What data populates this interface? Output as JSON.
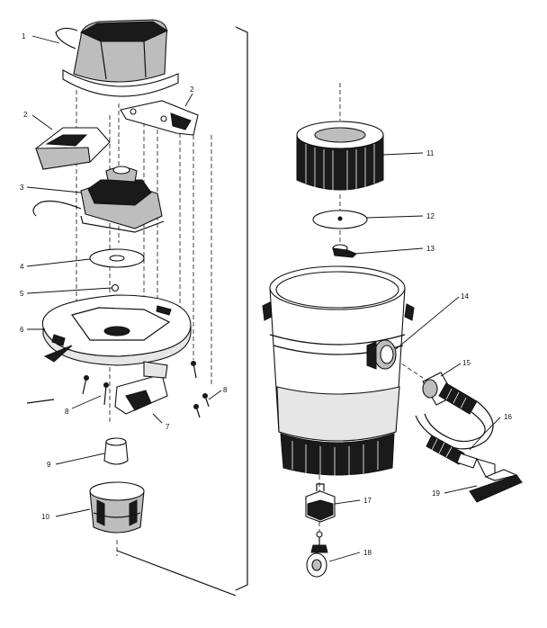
{
  "callouts": [
    "1",
    "2",
    "2",
    "3",
    "4",
    "5",
    "6",
    "7",
    "8",
    "8",
    "9",
    "10",
    "11",
    "12",
    "13",
    "14",
    "15",
    "16",
    "17",
    "18",
    "19"
  ]
}
